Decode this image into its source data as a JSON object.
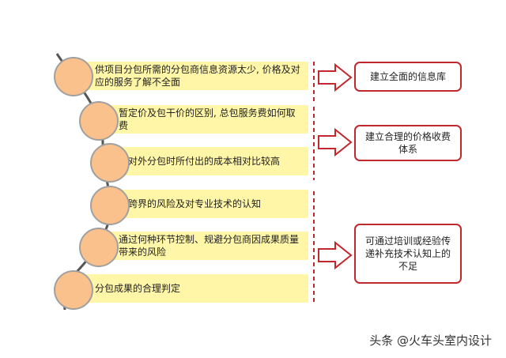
{
  "problems": [
    "供项目分包所需的分包商信息资源太少, 价格及对应的服务了解不全面",
    "暂定价及包干价的区别, 总包服务费如何取费",
    "对外分包时所付出的成本相对比较高",
    "跨界的风险及对专业技术的认知",
    "通过何种环节控制、规避分包商因成果质量带来的风险",
    "分包成果的合理判定"
  ],
  "solutions": [
    "建立全面的信息库",
    "建立合理的价格收费体系",
    "可通过培训或经验传递补充技术认知上的不足"
  ],
  "watermark": "头条 @火车头室内设计",
  "colors": {
    "bar": "#fff6a8",
    "circle": "#fbc18c",
    "accent": "#c0282d"
  }
}
